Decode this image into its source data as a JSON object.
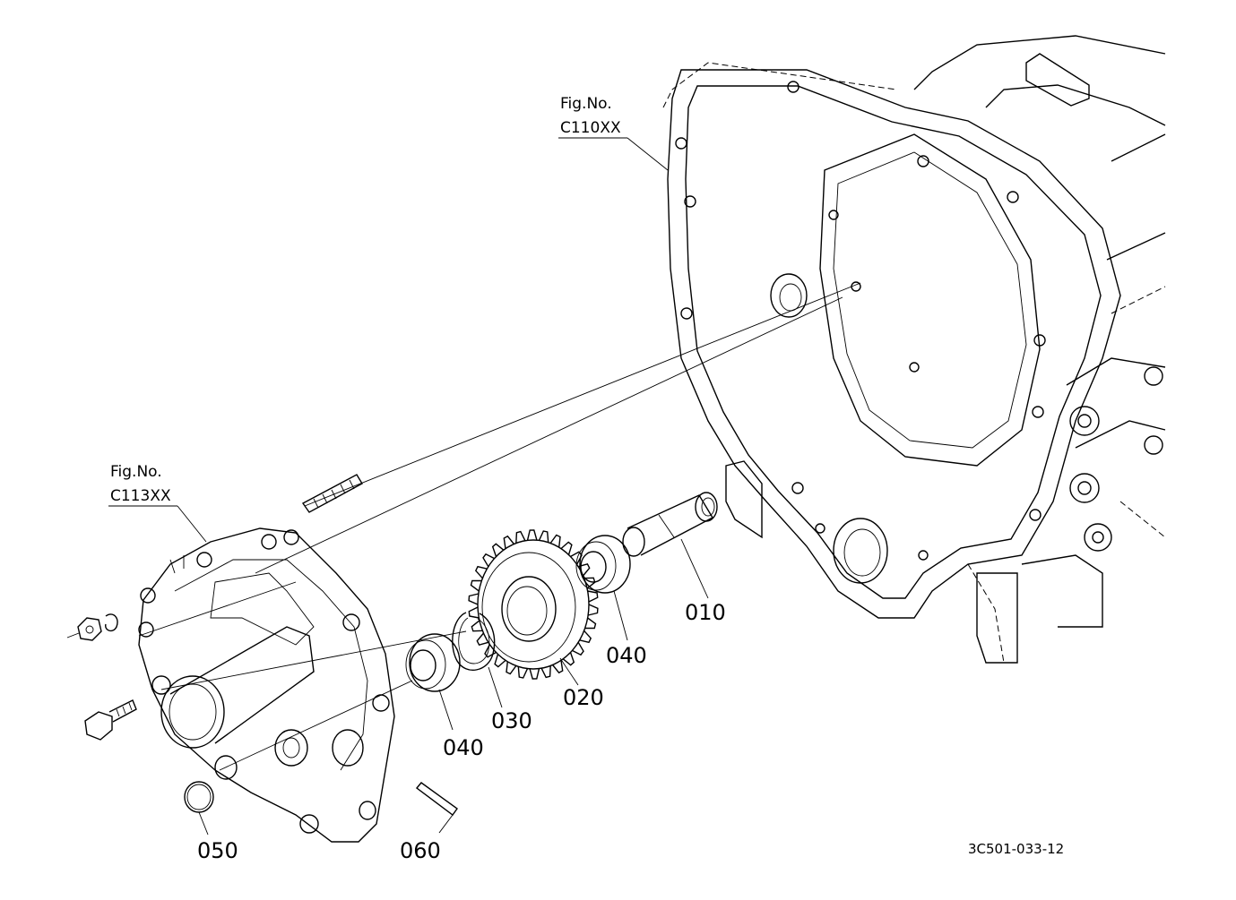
{
  "diagram": {
    "figure_refs": [
      {
        "prefix": "Fig.No.",
        "code": "C110XX"
      },
      {
        "prefix": "Fig.No.",
        "code": "C113XX"
      }
    ],
    "part_labels": {
      "p010": "010",
      "p020": "020",
      "p030": "030",
      "p040_right": "040",
      "p040_left": "040",
      "p050": "050",
      "p060": "060"
    },
    "drawing_code": "3C501-033-12"
  }
}
